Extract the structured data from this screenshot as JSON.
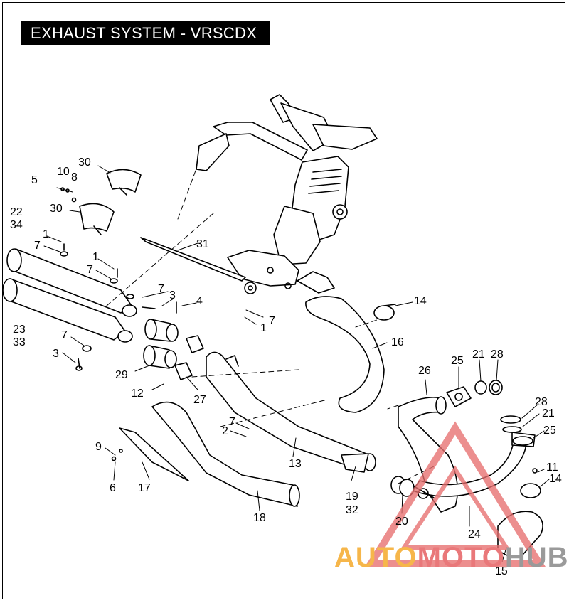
{
  "title": "EXHAUST SYSTEM - VRSCDX",
  "callouts": [
    {
      "id": "c30a",
      "text": "30"
    },
    {
      "id": "c5",
      "text": "5"
    },
    {
      "id": "c10",
      "text": "10"
    },
    {
      "id": "c8",
      "text": "8"
    },
    {
      "id": "c30b",
      "text": "30"
    },
    {
      "id": "c22",
      "text": "22"
    },
    {
      "id": "c34",
      "text": "34"
    },
    {
      "id": "c1a",
      "text": "1"
    },
    {
      "id": "c7a",
      "text": "7"
    },
    {
      "id": "c1b",
      "text": "1"
    },
    {
      "id": "c7b",
      "text": "7"
    },
    {
      "id": "c31",
      "text": "31"
    },
    {
      "id": "c7c",
      "text": "7"
    },
    {
      "id": "c3a",
      "text": "3"
    },
    {
      "id": "c4",
      "text": "4"
    },
    {
      "id": "c7d",
      "text": "7"
    },
    {
      "id": "c1c",
      "text": "1"
    },
    {
      "id": "c14a",
      "text": "14"
    },
    {
      "id": "c23",
      "text": "23"
    },
    {
      "id": "c33",
      "text": "33"
    },
    {
      "id": "c16",
      "text": "16"
    },
    {
      "id": "c7e",
      "text": "7"
    },
    {
      "id": "c3b",
      "text": "3"
    },
    {
      "id": "c29",
      "text": "29"
    },
    {
      "id": "c26",
      "text": "26"
    },
    {
      "id": "c25a",
      "text": "25"
    },
    {
      "id": "c21a",
      "text": "21"
    },
    {
      "id": "c28a",
      "text": "28"
    },
    {
      "id": "c12",
      "text": "12"
    },
    {
      "id": "c27",
      "text": "27"
    },
    {
      "id": "c28b",
      "text": "28"
    },
    {
      "id": "c21b",
      "text": "21"
    },
    {
      "id": "c7f",
      "text": "7"
    },
    {
      "id": "c2",
      "text": "2"
    },
    {
      "id": "c25b",
      "text": "25"
    },
    {
      "id": "c9",
      "text": "9"
    },
    {
      "id": "c13",
      "text": "13"
    },
    {
      "id": "c11",
      "text": "11"
    },
    {
      "id": "c6",
      "text": "6"
    },
    {
      "id": "c17",
      "text": "17"
    },
    {
      "id": "c14b",
      "text": "14"
    },
    {
      "id": "c19",
      "text": "19"
    },
    {
      "id": "c32",
      "text": "32"
    },
    {
      "id": "c18",
      "text": "18"
    },
    {
      "id": "c20",
      "text": "20"
    },
    {
      "id": "c24",
      "text": "24"
    },
    {
      "id": "c15",
      "text": "15"
    }
  ],
  "watermark": {
    "part1": "AUTO",
    "part2": "MOTO",
    "part3": "HUB",
    "colors": {
      "part1": "#f6b64a",
      "part2": "#e9787a",
      "part3": "#9a9a9a",
      "triangle": "#e76f6f"
    }
  }
}
